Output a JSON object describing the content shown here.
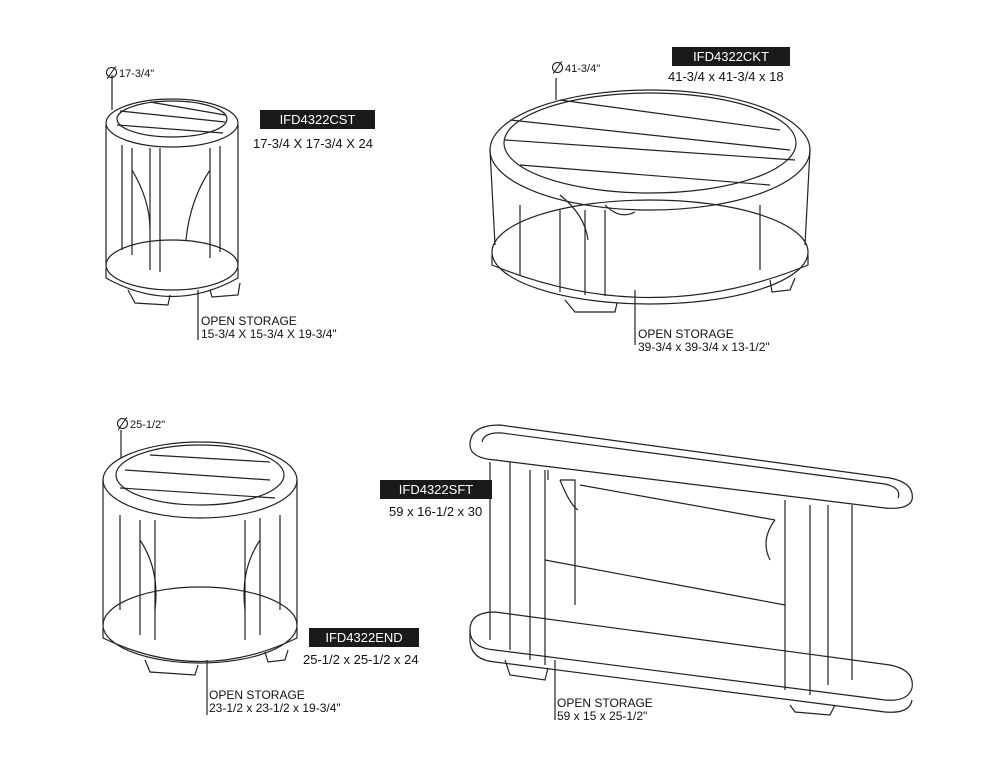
{
  "products": [
    {
      "code": "IFD4322CST",
      "size": "17-3/4 X 17-3/4 X 24",
      "diameter": "17-3/4\"",
      "storage_label": "OPEN STORAGE",
      "storage_size": "15-3/4 X 15-3/4 X 19-3/4\""
    },
    {
      "code": "IFD4322CKT",
      "size": "41-3/4 x 41-3/4 x 18",
      "diameter": "41-3/4\"",
      "storage_label": "OPEN STORAGE",
      "storage_size": "39-3/4 x 39-3/4 x 13-1/2\""
    },
    {
      "code": "IFD4322END",
      "size": "25-1/2 x 25-1/2 x 24",
      "diameter": "25-1/2\"",
      "storage_label": "OPEN STORAGE",
      "storage_size": "23-1/2 x 23-1/2 x 19-3/4\""
    },
    {
      "code": "IFD4322SFT",
      "size": "59 x 16-1/2 x 30",
      "storage_label": "OPEN STORAGE",
      "storage_size": "59 x 15 x 25-1/2\""
    }
  ]
}
